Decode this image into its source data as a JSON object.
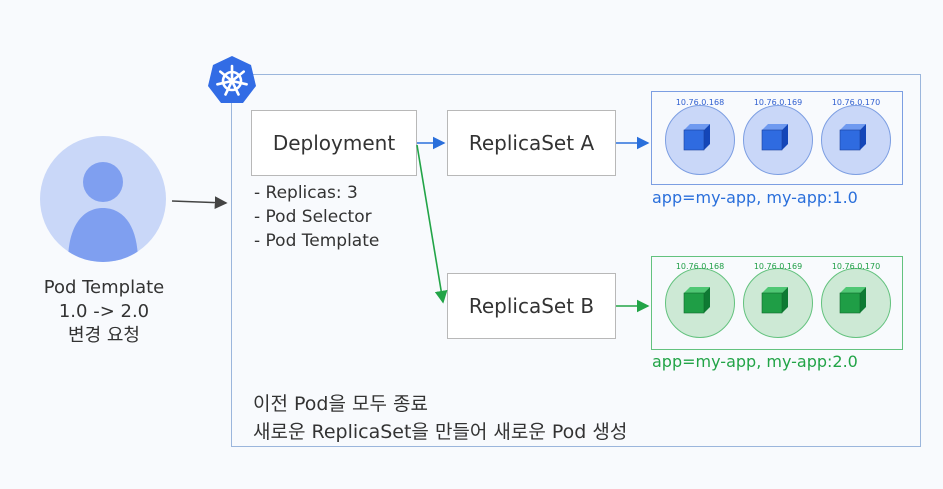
{
  "user": {
    "label_lines": [
      "Pod Template",
      "1.0 -> 2.0",
      "변경 요청"
    ]
  },
  "logo": {
    "name": "kubernetes-icon"
  },
  "deployment": {
    "label": "Deployment",
    "bullets": [
      "- Replicas: 3",
      "- Pod Selector",
      "- Pod Template"
    ]
  },
  "replicaset_a": {
    "label": "ReplicaSet A"
  },
  "replicaset_b": {
    "label": "ReplicaSet B"
  },
  "pods_a": {
    "ips": [
      "10.76.0.168",
      "10.76.0.169",
      "10.76.0.170"
    ],
    "selector": "app=my-app, my-app:1.0"
  },
  "pods_b": {
    "ips": [
      "10.76.0.168",
      "10.76.0.169",
      "10.76.0.170"
    ],
    "selector": "app=my-app, my-app:2.0"
  },
  "note": {
    "line1": "이전 Pod을 모두 종료",
    "line2": "새로운 ReplicaSet을 만들어 새로운 Pod 생성"
  },
  "colors": {
    "blue": "#2a6fdb",
    "green": "#22a447",
    "frame": "#9bb6dc",
    "k8s": "#326ce5"
  }
}
